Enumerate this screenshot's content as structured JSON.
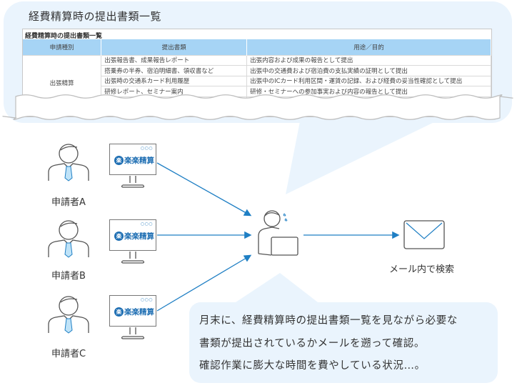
{
  "top_panel": {
    "title": "経費精算時の提出書類一覧",
    "table": {
      "caption": "経費精算時の提出書類一覧",
      "headers": [
        "申請種別",
        "提出書類",
        "用途／目的"
      ],
      "category": "出張精算",
      "rows": [
        {
          "document": "出張報告書、成果報告レポート",
          "purpose": "出張内容および成果の報告として提出"
        },
        {
          "document": "搭乗券の半券、宿泊明細書、領収書など",
          "purpose": "出張中の交通費および宿泊費の支払実績の証明として提出"
        },
        {
          "document": "出張時の交通系カード利用履歴",
          "purpose": "出張中のICカード利用区間・運賃の記録、および経費の妥当性確認として提出"
        },
        {
          "document": "研修レポート、セミナー案内",
          "purpose": "研修・セミナーへの参加事実および内容の報告として提出"
        }
      ],
      "header_color": "#a6d4f5"
    }
  },
  "applicants": [
    {
      "label": "申請者A",
      "app_name": "楽楽精算",
      "app_badge": "楽"
    },
    {
      "label": "申請者B",
      "app_name": "楽楽精算",
      "app_badge": "楽"
    },
    {
      "label": "申請者C",
      "app_name": "楽楽精算",
      "app_badge": "楽"
    }
  ],
  "reviewer": {
    "icon": "stressed-person-laptop-icon"
  },
  "mail": {
    "label": "メール内で検索",
    "icon": "envelope-icon"
  },
  "note": {
    "lines": [
      "月末に、経費精算時の提出書類一覧を見ながら必要な",
      "書類が提出されているかメールを遡って確認。",
      "確認作業に膨大な時間を費やしている状況…。"
    ]
  },
  "colors": {
    "bubble_bg": "#eaf4fd",
    "arrow": "#1f7fc4",
    "icon_stroke": "#555555",
    "brand": "#1f6fb3"
  }
}
